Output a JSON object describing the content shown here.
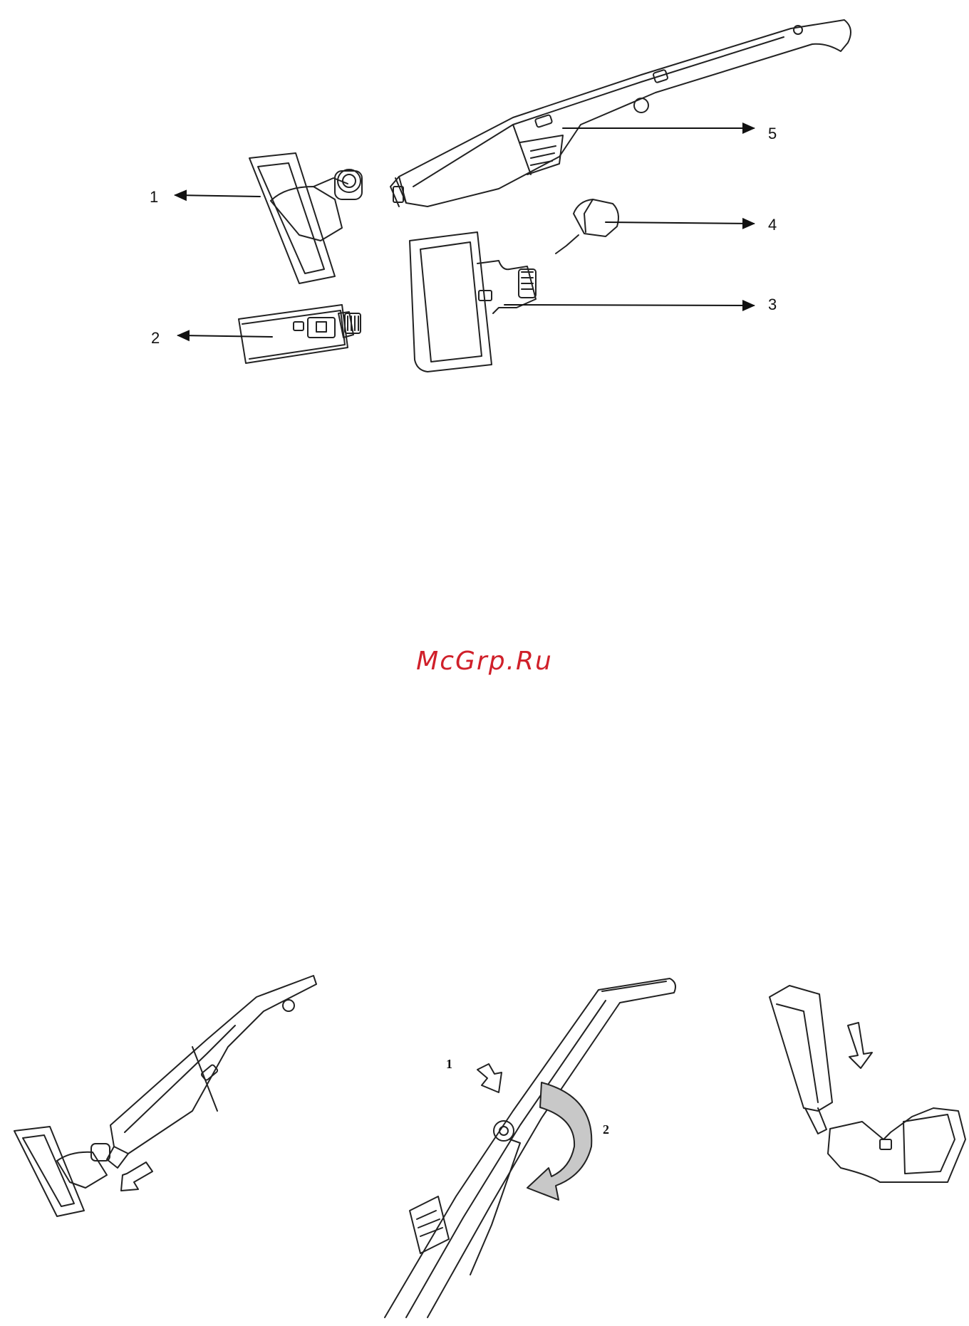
{
  "watermark": {
    "text": "McGrp.Ru",
    "color": "#d0202a"
  },
  "parts_diagram": {
    "callouts": [
      {
        "label": "1"
      },
      {
        "label": "2"
      },
      {
        "label": "3"
      },
      {
        "label": "4"
      },
      {
        "label": "5"
      }
    ]
  },
  "assembly_diagram": {
    "steps": [
      {
        "label": "1"
      },
      {
        "label": "2"
      }
    ]
  },
  "colors": {
    "line": "#222222",
    "shade": "#c8c8c8",
    "accent": "#d0202a"
  }
}
